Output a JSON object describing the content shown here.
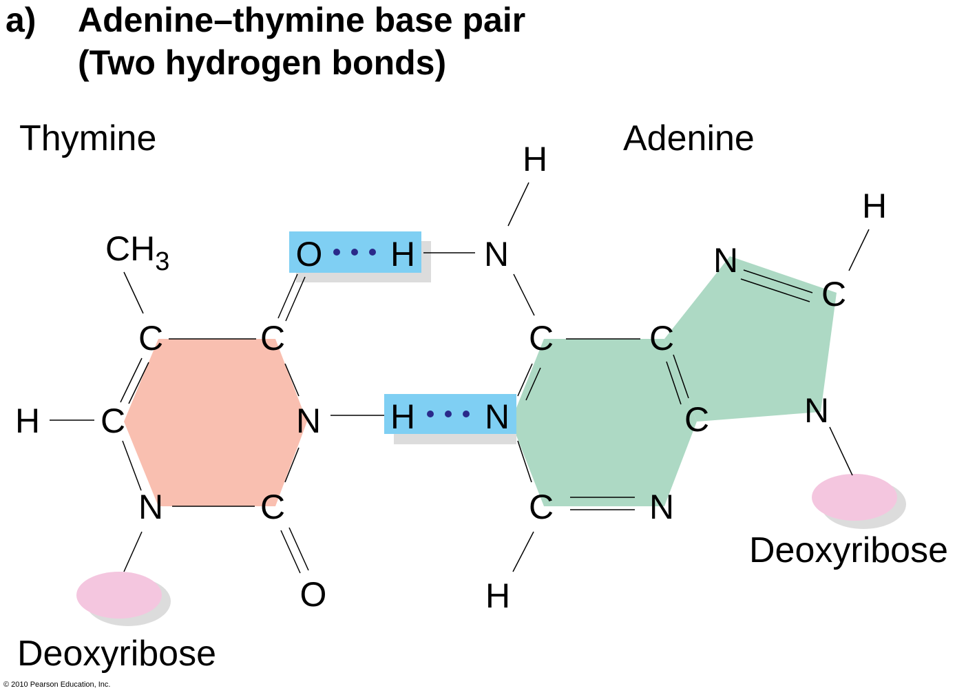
{
  "title": {
    "letter": "a)",
    "line1": "Adenine–thymine base pair",
    "line2": "(Two hydrogen bonds)"
  },
  "labels": {
    "thymine": "Thymine",
    "adenine": "Adenine",
    "deoxyribose_left": "Deoxyribose",
    "deoxyribose_right": "Deoxyribose",
    "copyright": "© 2010 Pearson Education, Inc."
  },
  "atoms": {
    "t_ch3_main": "CH",
    "t_ch3_sub": "3",
    "t_c5": "C",
    "t_c4": "C",
    "t_c6": "C",
    "t_h6": "H",
    "t_n3": "N",
    "t_n1": "N",
    "t_c2": "C",
    "t_o2": "O",
    "hb1_o": "O",
    "hb1_h": "H",
    "hb2_h": "H",
    "hb2_n": "N",
    "a_n6": "N",
    "a_h6": "H",
    "a_c6": "C",
    "a_c5": "C",
    "a_n7": "N",
    "a_c8": "C",
    "a_h8": "H",
    "a_c4": "C",
    "a_n9": "N",
    "a_c2": "C",
    "a_n3": "N",
    "a_h2": "H"
  },
  "colors": {
    "thymine_ring": "#f9bfb0",
    "adenine_ring": "#add9c4",
    "hbond_box": "#7fcff3",
    "hbond_shadow": "#dcdcdc",
    "sugar": "#f4c6df",
    "sugar_shadow": "#dcdcdc",
    "hbond_dots": "#2a2a8a"
  }
}
